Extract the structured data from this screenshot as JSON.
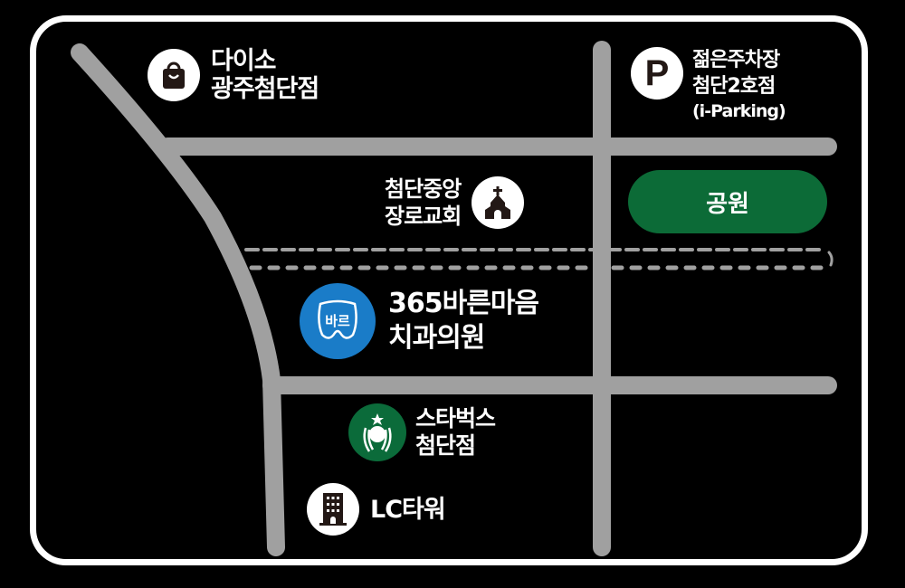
{
  "map": {
    "colors": {
      "road": "#a0a0a0",
      "frame": "#ffffff",
      "icon_bg": "#231815",
      "park": "#0c6b37",
      "dental": "#1a7cc8",
      "starbucks": "#0b6b3a"
    },
    "pois": {
      "daiso": {
        "icon": "shopping-bag-icon",
        "lines": [
          "다이소",
          "광주첨단점"
        ]
      },
      "parking": {
        "icon": "parking-icon",
        "icon_glyph": "P",
        "lines": [
          "젊은주차장",
          "첨단2호점"
        ],
        "sub": "(i-Parking)"
      },
      "church": {
        "icon": "church-icon",
        "lines": [
          "첨단중앙",
          "장로교회"
        ]
      },
      "park": {
        "label": "공원"
      },
      "dental": {
        "icon": "dental-logo-icon",
        "icon_text": "바르",
        "lines": [
          "365바른마음",
          "치과의원"
        ]
      },
      "starbucks": {
        "icon": "starbucks-logo-icon",
        "lines": [
          "스타벅스",
          "첨단점"
        ]
      },
      "lctower": {
        "icon": "building-icon",
        "lines": [
          "LC타워"
        ]
      }
    }
  }
}
